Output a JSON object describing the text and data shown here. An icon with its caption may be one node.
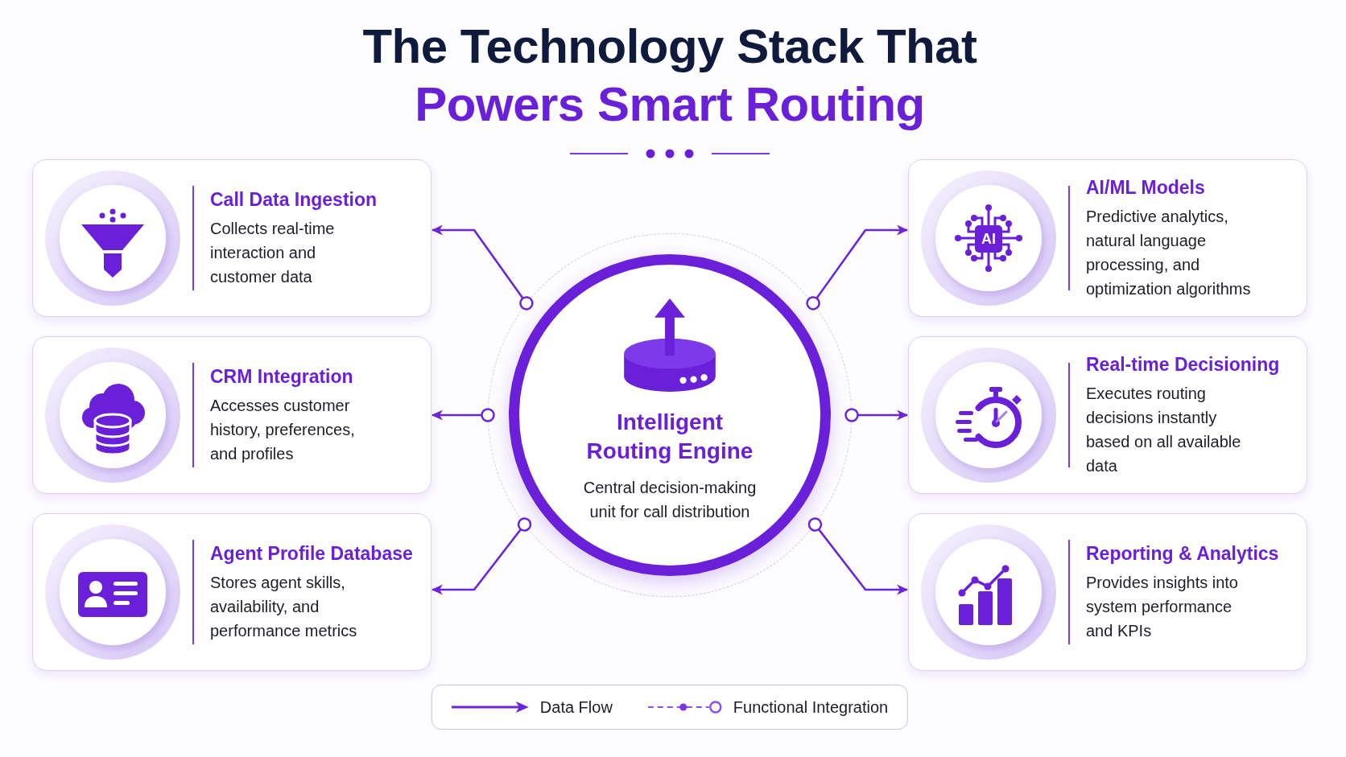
{
  "diagram": {
    "title": "The Technology Stack That Powers Smart Routing",
    "nodes": [
      {
        "text": [
          "Call Data Ingestion",
          "Collects real-time interaction and customer data"
        ]
      },
      {
        "text": [
          "CRM Integration",
          "Accesses customer history, preferences, and profiles"
        ]
      },
      {
        "text": [
          "Agent Profile Database",
          "Stores agent skills, availability, and performance metrics"
        ]
      },
      {
        "text": [
          "Intelligent Routing Engine",
          "Central decision-making unit for call distribution"
        ]
      },
      {
        "text": [
          "AI/ML Models",
          "Predictive analytics, natural language processing, and optimization algorithms"
        ]
      },
      {
        "text": [
          "Real-time Decisioning",
          "Executes routing decisions instantly based on all available data"
        ]
      },
      {
        "text": [
          "Reporting & Analytics",
          "Provides insights into system performance and KPIs"
        ]
      }
    ],
    "edges": [
      {
        "from": 3,
        "to": 0,
        "arrow": "to"
      },
      {
        "from": 3,
        "to": 1,
        "arrow": "to"
      },
      {
        "from": 3,
        "to": 2,
        "arrow": "to"
      },
      {
        "from": 3,
        "to": 4,
        "arrow": "to"
      },
      {
        "from": 3,
        "to": 5,
        "arrow": "to"
      },
      {
        "from": 3,
        "to": 6,
        "arrow": "to"
      }
    ],
    "labels": [
      "AI"
    ],
    "legend": [
      {
        "text": "Data Flow"
      },
      {
        "text": "Functional Integration"
      }
    ]
  }
}
